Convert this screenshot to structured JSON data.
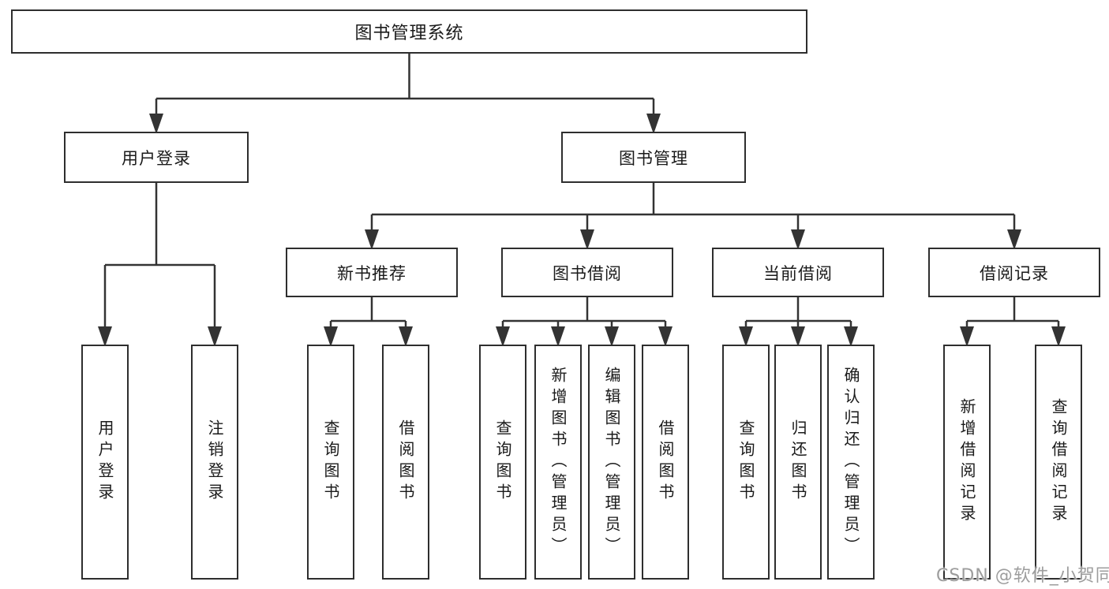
{
  "watermark": {
    "text": "CSDN @软件_小贺同学",
    "color": "#9d9d9d"
  },
  "diagram": {
    "title": "图书管理系统",
    "line_color": "#333333",
    "box_border_color": "#2e2e2e",
    "text_color": "#1a1a1a",
    "background": "#ffffff",
    "nodes": [
      {
        "id": "root",
        "label": "图书管理系统",
        "parent": null,
        "orientation": "horizontal"
      },
      {
        "id": "user-login",
        "label": "用户登录",
        "parent": "root",
        "orientation": "horizontal"
      },
      {
        "id": "book-mgmt",
        "label": "图书管理",
        "parent": "root",
        "orientation": "horizontal"
      },
      {
        "id": "new-book-rec",
        "label": "新书推荐",
        "parent": "book-mgmt",
        "orientation": "horizontal"
      },
      {
        "id": "book-borrow",
        "label": "图书借阅",
        "parent": "book-mgmt",
        "orientation": "horizontal"
      },
      {
        "id": "current-borrow",
        "label": "当前借阅",
        "parent": "book-mgmt",
        "orientation": "horizontal"
      },
      {
        "id": "borrow-record",
        "label": "借阅记录",
        "parent": "book-mgmt",
        "orientation": "horizontal"
      },
      {
        "id": "leaf-user-login",
        "label": "用户登录",
        "parent": "user-login",
        "orientation": "vertical"
      },
      {
        "id": "leaf-logout",
        "label": "注销登录",
        "parent": "user-login",
        "orientation": "vertical"
      },
      {
        "id": "leaf-query-1",
        "label": "查询图书",
        "parent": "new-book-rec",
        "orientation": "vertical"
      },
      {
        "id": "leaf-borrow-1",
        "label": "借阅图书",
        "parent": "new-book-rec",
        "orientation": "vertical"
      },
      {
        "id": "leaf-query-2",
        "label": "查询图书",
        "parent": "book-borrow",
        "orientation": "vertical"
      },
      {
        "id": "leaf-add-book",
        "label": "新增图书（管理员）",
        "parent": "book-borrow",
        "orientation": "vertical"
      },
      {
        "id": "leaf-edit-book",
        "label": "编辑图书（管理员）",
        "parent": "book-borrow",
        "orientation": "vertical"
      },
      {
        "id": "leaf-borrow-2",
        "label": "借阅图书",
        "parent": "book-borrow",
        "orientation": "vertical"
      },
      {
        "id": "leaf-query-3",
        "label": "查询图书",
        "parent": "current-borrow",
        "orientation": "vertical"
      },
      {
        "id": "leaf-return",
        "label": "归还图书",
        "parent": "current-borrow",
        "orientation": "vertical"
      },
      {
        "id": "leaf-confirm-return",
        "label": "确认归还（管理员）",
        "parent": "current-borrow",
        "orientation": "vertical"
      },
      {
        "id": "leaf-add-record",
        "label": "新增借阅记录",
        "parent": "borrow-record",
        "orientation": "vertical"
      },
      {
        "id": "leaf-query-record",
        "label": "查询借阅记录",
        "parent": "borrow-record",
        "orientation": "vertical"
      }
    ]
  }
}
